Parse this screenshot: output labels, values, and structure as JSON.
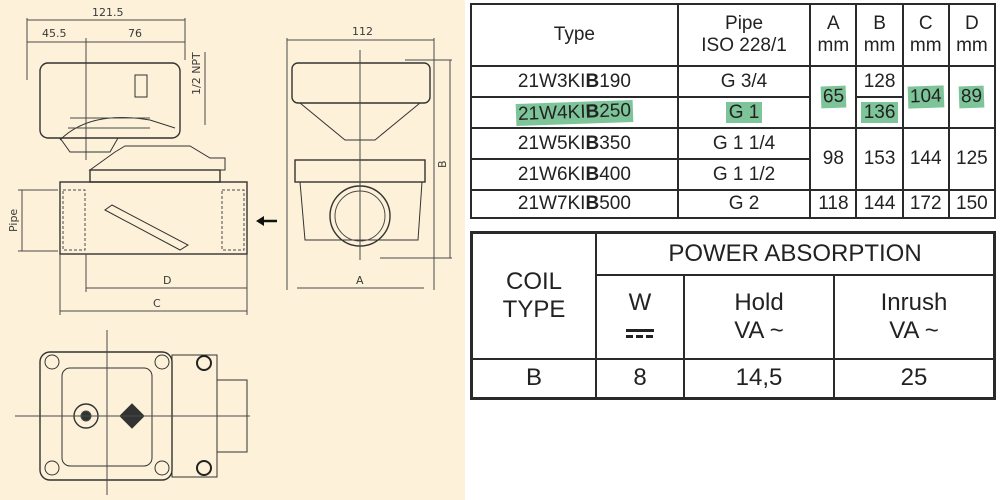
{
  "drawing": {
    "dim_overall_width": "121.5",
    "dim_left_offset": "45.5",
    "dim_right_offset": "76",
    "dim_conduit": "1/2 NPT",
    "dim_front_width": "112",
    "label_pipe": "Pipe",
    "label_a": "A",
    "label_b": "B",
    "label_c": "C",
    "label_d": "D",
    "flow_arrow_icon": "arrow-left"
  },
  "dimensions_table": {
    "headers": {
      "type": "Type",
      "pipe_line1": "Pipe",
      "pipe_line2": "ISO 228/1",
      "a": "A",
      "b": "B",
      "c": "C",
      "d": "D",
      "unit": "mm"
    },
    "rows": [
      {
        "type_prefix": "21W3KI",
        "type_bold": "B",
        "type_suffix": "190",
        "pipe": "G 3/4",
        "b": "128"
      },
      {
        "type_prefix": "21W4KI",
        "type_bold": "B",
        "type_suffix": "250",
        "pipe": "G 1",
        "b": "136",
        "highlighted": true
      },
      {
        "type_prefix": "21W5KI",
        "type_bold": "B",
        "type_suffix": "350",
        "pipe": "G 1 1/4"
      },
      {
        "type_prefix": "21W6KI",
        "type_bold": "B",
        "type_suffix": "400",
        "pipe": "G 1 1/2"
      },
      {
        "type_prefix": "21W7KI",
        "type_bold": "B",
        "type_suffix": "500",
        "pipe": "G 2",
        "a": "118",
        "b": "144",
        "c": "172",
        "d": "150"
      }
    ],
    "merged": {
      "group1": {
        "a": "65",
        "c": "104",
        "d": "89"
      },
      "group2": {
        "a": "98",
        "b": "153",
        "c": "144",
        "d": "125"
      }
    },
    "highlight_color": "#2ea05a"
  },
  "power_table": {
    "coil_type_line1": "COIL",
    "coil_type_line2": "TYPE",
    "title": "POWER ABSORPTION",
    "w_label": "W",
    "dc_symbol_icon": "direct-current",
    "hold_line1": "Hold",
    "hold_line2": "VA ~",
    "inrush_line1": "Inrush",
    "inrush_line2": "VA ~",
    "row": {
      "coil": "B",
      "w": "8",
      "hold": "14,5",
      "inrush": "25"
    }
  }
}
